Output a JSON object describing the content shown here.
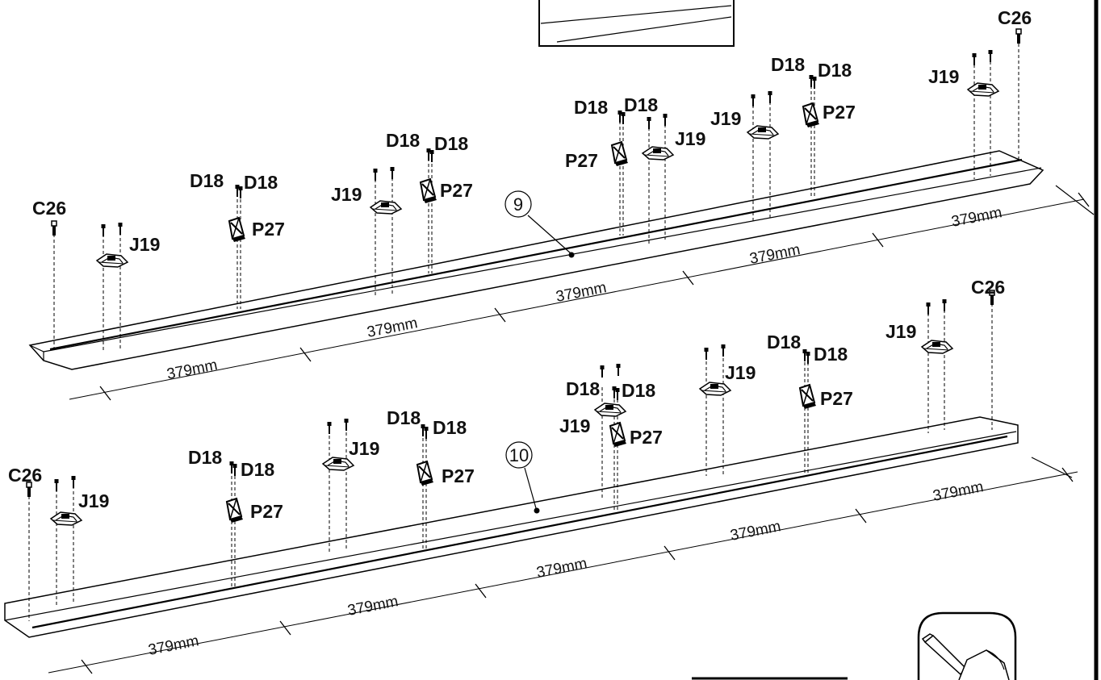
{
  "diagram": {
    "panels": [
      {
        "number": "9",
        "dimension_segments": [
          "379mm",
          "379mm",
          "379mm",
          "379mm",
          "379mm"
        ],
        "labels": {
          "c26_left": "C26",
          "c26_right": "C26",
          "j19_1": "J19",
          "j19_2": "J19",
          "j19_3": "J19",
          "j19_4": "J19",
          "j19_5": "J19",
          "d18_1a": "D18",
          "d18_1b": "D18",
          "d18_2a": "D18",
          "d18_2b": "D18",
          "d18_3a": "D18",
          "d18_3b": "D18",
          "d18_4a": "D18",
          "d18_4b": "D18",
          "p27_1": "P27",
          "p27_2": "P27",
          "p27_3": "P27",
          "p27_4": "P27"
        }
      },
      {
        "number": "10",
        "dimension_segments": [
          "379mm",
          "379mm",
          "379mm",
          "379mm",
          "379mm"
        ],
        "labels": {
          "c26_left": "C26",
          "c26_right": "C26",
          "j19_1": "J19",
          "j19_2": "J19",
          "j19_3": "J19",
          "j19_4": "J19",
          "j19_5": "J19",
          "d18_1a": "D18",
          "d18_1b": "D18",
          "d18_2a": "D18",
          "d18_2b": "D18",
          "d18_3a": "D18",
          "d18_3b": "D18",
          "d18_4a": "D18",
          "d18_4b": "D18",
          "p27_1": "P27",
          "p27_2": "P27",
          "p27_3": "P27",
          "p27_4": "P27"
        }
      }
    ],
    "icons": [
      "tape-measure-icon"
    ]
  }
}
